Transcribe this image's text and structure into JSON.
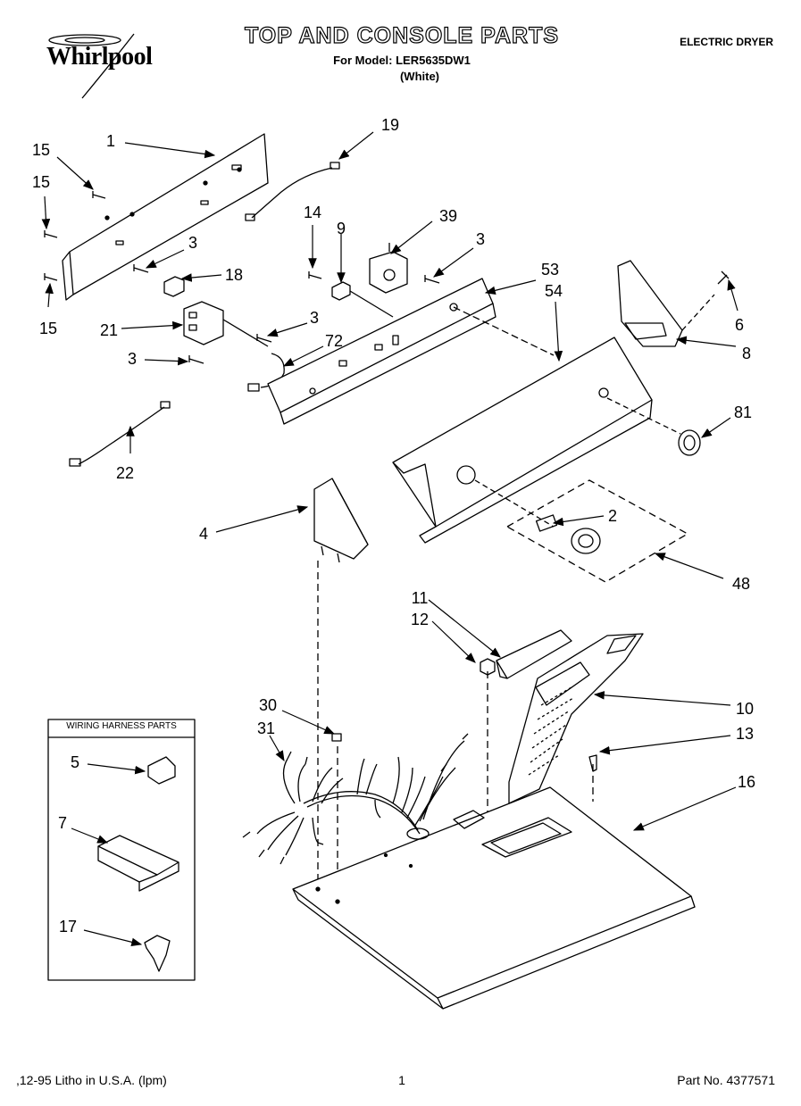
{
  "header": {
    "brand": "Whirlpool",
    "title": "TOP AND CONSOLE PARTS",
    "model_line": "For Model: LER5635DW1",
    "color_line": "(White)",
    "product_type": "ELECTRIC DRYER"
  },
  "inset": {
    "title": "WIRING HARNESS PARTS"
  },
  "callouts": [
    {
      "id": "1",
      "label": "1"
    },
    {
      "id": "19",
      "label": "19"
    },
    {
      "id": "15a",
      "label": "15"
    },
    {
      "id": "15b",
      "label": "15"
    },
    {
      "id": "15c",
      "label": "15"
    },
    {
      "id": "14",
      "label": "14"
    },
    {
      "id": "9",
      "label": "9"
    },
    {
      "id": "39",
      "label": "39"
    },
    {
      "id": "3a",
      "label": "3"
    },
    {
      "id": "3b",
      "label": "3"
    },
    {
      "id": "3c",
      "label": "3"
    },
    {
      "id": "3d",
      "label": "3"
    },
    {
      "id": "18",
      "label": "18"
    },
    {
      "id": "53",
      "label": "53"
    },
    {
      "id": "54",
      "label": "54"
    },
    {
      "id": "6",
      "label": "6"
    },
    {
      "id": "8",
      "label": "8"
    },
    {
      "id": "21",
      "label": "21"
    },
    {
      "id": "72",
      "label": "72"
    },
    {
      "id": "81",
      "label": "81"
    },
    {
      "id": "22",
      "label": "22"
    },
    {
      "id": "2",
      "label": "2"
    },
    {
      "id": "4",
      "label": "4"
    },
    {
      "id": "48",
      "label": "48"
    },
    {
      "id": "11",
      "label": "11"
    },
    {
      "id": "12",
      "label": "12"
    },
    {
      "id": "10",
      "label": "10"
    },
    {
      "id": "13",
      "label": "13"
    },
    {
      "id": "30",
      "label": "30"
    },
    {
      "id": "31",
      "label": "31"
    },
    {
      "id": "16",
      "label": "16"
    },
    {
      "id": "5",
      "label": "5"
    },
    {
      "id": "7",
      "label": "7"
    },
    {
      "id": "17",
      "label": "17"
    }
  ],
  "footer": {
    "left": ",12-95 Litho in U.S.A. (lpm)",
    "page": "1",
    "part_number": "Part No. 4377571"
  }
}
